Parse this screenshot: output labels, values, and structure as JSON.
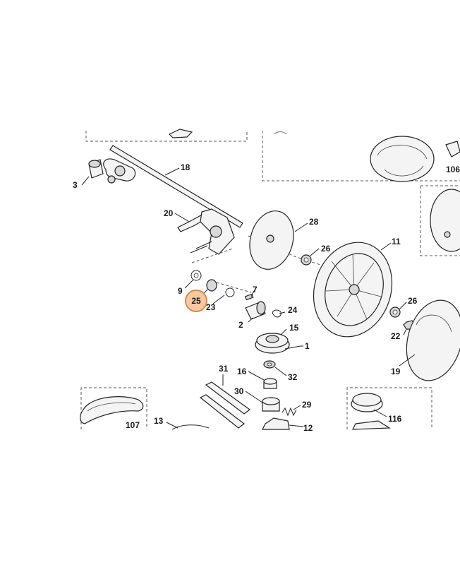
{
  "labels": {
    "p18": "18",
    "p3": "3",
    "p20": "20",
    "p28": "28",
    "p26a": "26",
    "p11": "11",
    "p9": "9",
    "p25": "25",
    "p23": "23",
    "p7": "7",
    "p24": "24",
    "p2": "2",
    "p15": "15",
    "p1": "1",
    "p26b": "26",
    "p22": "22",
    "p19": "19",
    "p31": "31",
    "p16": "16",
    "p32": "32",
    "p30": "30",
    "p29": "29",
    "p107": "107",
    "p13": "13",
    "p12": "12",
    "p116": "116",
    "p106": "106"
  },
  "highlight": {
    "label": "25",
    "color": "#f6c9a4",
    "border": "#e0873e"
  }
}
